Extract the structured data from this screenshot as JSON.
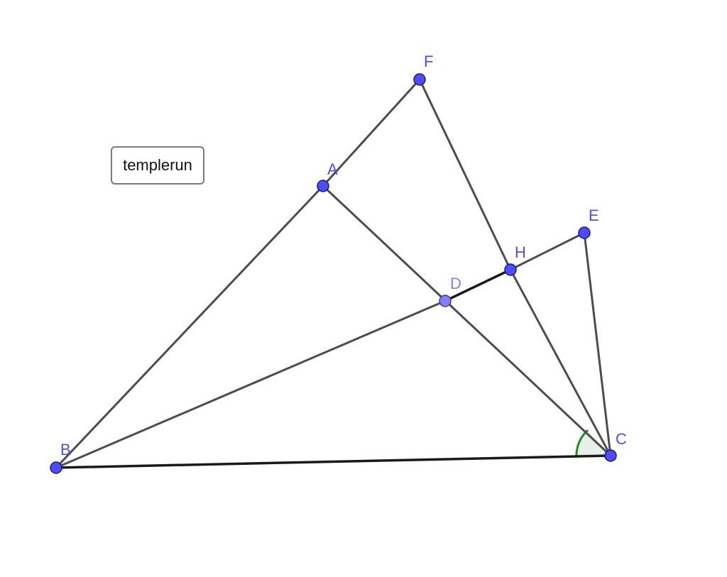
{
  "button": {
    "label": "templerun"
  },
  "points": {
    "A": "A",
    "B": "B",
    "C": "C",
    "D": "D",
    "E": "E",
    "F": "F",
    "H": "H"
  },
  "colors": {
    "point": "#4d4dff",
    "segment": "#4d4d4d",
    "angle": "#228b22"
  }
}
